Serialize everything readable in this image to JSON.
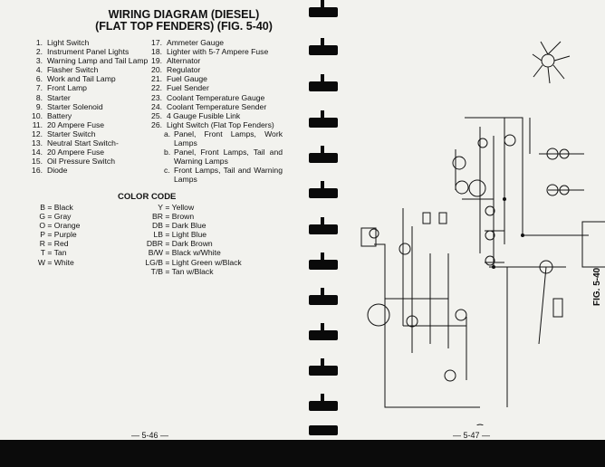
{
  "left_page": {
    "title_line1": "WIRING DIAGRAM (DIESEL)",
    "title_line2": "(FLAT TOP FENDERS) (FIG. 5-40)",
    "components_col1": [
      {
        "num": "1.",
        "label": "Light Switch"
      },
      {
        "num": "2.",
        "label": "Instrument Panel Lights"
      },
      {
        "num": "3.",
        "label": "Warning Lamp and Tail Lamp"
      },
      {
        "num": "4.",
        "label": "Flasher Switch"
      },
      {
        "num": "6.",
        "label": "Work and Tail Lamp"
      },
      {
        "num": "7.",
        "label": "Front Lamp"
      },
      {
        "num": "8.",
        "label": "Starter"
      },
      {
        "num": "9.",
        "label": "Starter Solenoid"
      },
      {
        "num": "10.",
        "label": "Battery"
      },
      {
        "num": "11.",
        "label": "20 Ampere Fuse"
      },
      {
        "num": "12.",
        "label": "Starter Switch"
      },
      {
        "num": "13.",
        "label": "Neutral Start Switch-"
      },
      {
        "num": "14.",
        "label": "20 Ampere Fuse"
      },
      {
        "num": "15.",
        "label": "Oil Pressure Switch"
      },
      {
        "num": "16.",
        "label": "Diode"
      }
    ],
    "components_col2": [
      {
        "num": "17.",
        "label": "Ammeter Gauge"
      },
      {
        "num": "18.",
        "label": "Lighter with 5-7 Ampere Fuse"
      },
      {
        "num": "19.",
        "label": "Alternator"
      },
      {
        "num": "20.",
        "label": "Regulator"
      },
      {
        "num": "21.",
        "label": "Fuel Gauge"
      },
      {
        "num": "22.",
        "label": "Fuel Sender"
      },
      {
        "num": "23.",
        "label": "Coolant Temperature Gauge"
      },
      {
        "num": "24.",
        "label": "Coolant Temperature Sender"
      },
      {
        "num": "25.",
        "label": "4 Gauge Fusible Link"
      },
      {
        "num": "26.",
        "label": "Light Switch (Flat Top Fenders)"
      }
    ],
    "sub_items": [
      {
        "letter": "a.",
        "label": "Panel, Front Lamps, Work Lamps"
      },
      {
        "letter": "b.",
        "label": "Panel, Front Lamps, Tail and Warning Lamps"
      },
      {
        "letter": "c.",
        "label": "Front Lamps, Tail and Warning Lamps"
      }
    ],
    "color_code_title": "COLOR CODE",
    "colors_col1": [
      {
        "code": "B",
        "name": "Black"
      },
      {
        "code": "G",
        "name": "Gray"
      },
      {
        "code": "O",
        "name": "Orange"
      },
      {
        "code": "P",
        "name": "Purple"
      },
      {
        "code": "R",
        "name": "Red"
      },
      {
        "code": "T",
        "name": "Tan"
      },
      {
        "code": "W",
        "name": "White"
      }
    ],
    "colors_col2": [
      {
        "code": "Y",
        "name": "Yellow"
      },
      {
        "code": "BR",
        "name": "Brown"
      },
      {
        "code": "DB",
        "name": "Dark Blue"
      },
      {
        "code": "LB",
        "name": "Light Blue"
      },
      {
        "code": "DBR",
        "name": "Dark Brown"
      },
      {
        "code": "B/W",
        "name": "Black w/White"
      },
      {
        "code": "LG/B",
        "name": "Light Green w/Black"
      },
      {
        "code": "T/B",
        "name": "Tan w/Black"
      }
    ],
    "page_number": "— 5-46 —"
  },
  "right_page": {
    "page_number": "— 5-47 —",
    "figure_label": "FIG. 5-40"
  }
}
